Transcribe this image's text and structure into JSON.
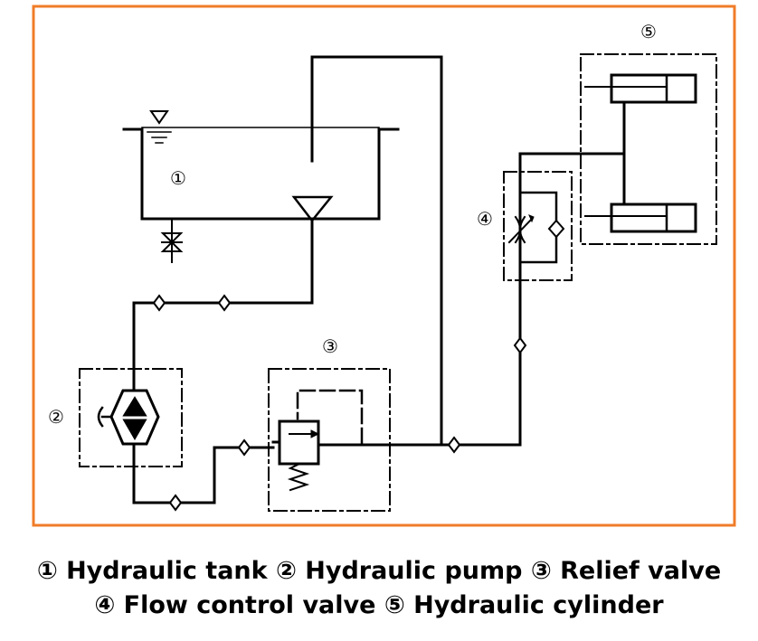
{
  "colors": {
    "frame": "#F07C28",
    "line": "#000000",
    "background": "#FFFFFF"
  },
  "markers": {
    "tank": "①",
    "pump": "②",
    "relief_valve": "③",
    "flow_control_valve": "④",
    "cylinder": "⑤"
  },
  "caption": {
    "line1": "① Hydraulic tank ② Hydraulic pump ③ Relief valve",
    "line2": "④ Flow control valve ⑤ Hydraulic cylinder"
  }
}
